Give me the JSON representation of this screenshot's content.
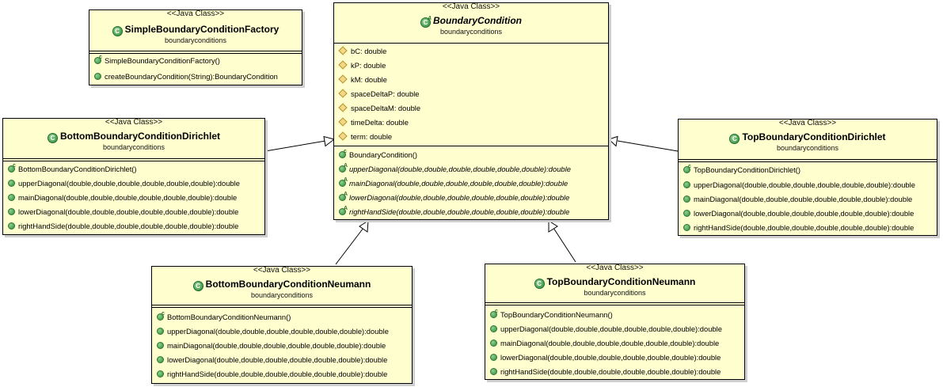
{
  "classes": {
    "factory": {
      "stereotype": "<<Java Class>>",
      "name": "SimpleBoundaryConditionFactory",
      "package": "boundaryconditions",
      "methods": [
        {
          "text": "SimpleBoundaryConditionFactory()",
          "kind": "constructor"
        },
        {
          "text": "createBoundaryCondition(String):BoundaryCondition",
          "kind": "public"
        }
      ]
    },
    "boundary": {
      "stereotype": "<<Java Class>>",
      "name": "BoundaryCondition",
      "package": "boundaryconditions",
      "fields": [
        {
          "text": "bC: double"
        },
        {
          "text": "kP: double"
        },
        {
          "text": "kM: double"
        },
        {
          "text": "spaceDeltaP: double"
        },
        {
          "text": "spaceDeltaM: double"
        },
        {
          "text": "timeDelta: double"
        },
        {
          "text": "term: double"
        }
      ],
      "methods": [
        {
          "text": "BoundaryCondition()",
          "kind": "constructor"
        },
        {
          "text": "upperDiagonal(double,double,double,double,double,double):double",
          "kind": "abstract"
        },
        {
          "text": "mainDiagonal(double,double,double,double,double,double):double",
          "kind": "abstract"
        },
        {
          "text": "lowerDiagonal(double,double,double,double,double,double):double",
          "kind": "abstract"
        },
        {
          "text": "rightHandSide(double,double,double,double,double,double):double",
          "kind": "abstract"
        }
      ]
    },
    "bottom_dirichlet": {
      "stereotype": "<<Java Class>>",
      "name": "BottomBoundaryConditionDirichlet",
      "package": "boundaryconditions",
      "methods": [
        {
          "text": "BottomBoundaryConditionDirichlet()",
          "kind": "constructor"
        },
        {
          "text": "upperDiagonal(double,double,double,double,double,double):double",
          "kind": "public"
        },
        {
          "text": "mainDiagonal(double,double,double,double,double,double):double",
          "kind": "public"
        },
        {
          "text": "lowerDiagonal(double,double,double,double,double,double):double",
          "kind": "public"
        },
        {
          "text": "rightHandSide(double,double,double,double,double,double):double",
          "kind": "public"
        }
      ]
    },
    "top_dirichlet": {
      "stereotype": "<<Java Class>>",
      "name": "TopBoundaryConditionDirichlet",
      "package": "boundaryconditions",
      "methods": [
        {
          "text": "TopBoundaryConditionDirichlet()",
          "kind": "constructor"
        },
        {
          "text": "upperDiagonal(double,double,double,double,double,double):double",
          "kind": "public"
        },
        {
          "text": "mainDiagonal(double,double,double,double,double,double):double",
          "kind": "public"
        },
        {
          "text": "lowerDiagonal(double,double,double,double,double,double):double",
          "kind": "public"
        },
        {
          "text": "rightHandSide(double,double,double,double,double,double):double",
          "kind": "public"
        }
      ]
    },
    "bottom_neumann": {
      "stereotype": "<<Java Class>>",
      "name": "BottomBoundaryConditionNeumann",
      "package": "boundaryconditions",
      "methods": [
        {
          "text": "BottomBoundaryConditionNeumann()",
          "kind": "constructor"
        },
        {
          "text": "upperDiagonal(double,double,double,double,double,double):double",
          "kind": "public"
        },
        {
          "text": "mainDiagonal(double,double,double,double,double,double):double",
          "kind": "public"
        },
        {
          "text": "lowerDiagonal(double,double,double,double,double,double):double",
          "kind": "public"
        },
        {
          "text": "rightHandSide(double,double,double,double,double,double):double",
          "kind": "public"
        }
      ]
    },
    "top_neumann": {
      "stereotype": "<<Java Class>>",
      "name": "TopBoundaryConditionNeumann",
      "package": "boundaryconditions",
      "methods": [
        {
          "text": "TopBoundaryConditionNeumann()",
          "kind": "constructor"
        },
        {
          "text": "upperDiagonal(double,double,double,double,double,double):double",
          "kind": "public"
        },
        {
          "text": "mainDiagonal(double,double,double,double,double,double):double",
          "kind": "public"
        },
        {
          "text": "lowerDiagonal(double,double,double,double,double,double):double",
          "kind": "public"
        },
        {
          "text": "rightHandSide(double,double,double,double,double,double):double",
          "kind": "public"
        }
      ]
    }
  },
  "icons": {
    "class": "class-icon",
    "constructor": "constructor-icon",
    "method": "public-method-icon",
    "field": "protected-field-icon"
  },
  "colors": {
    "class_fill": "#fffecf",
    "method_icon": "#2f8a3c",
    "field_icon": "#f2d98a"
  }
}
